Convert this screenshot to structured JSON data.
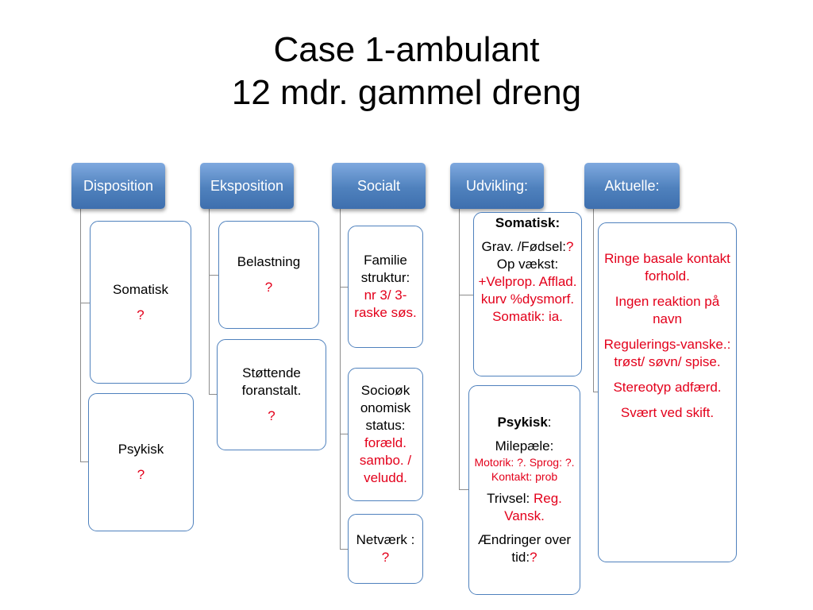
{
  "title": {
    "line1": "Case 1-ambulant",
    "line2": "12 mdr. gammel dreng"
  },
  "columns": {
    "disposition": {
      "header": "Disposition",
      "items": [
        {
          "label": "Somatisk",
          "value": "?"
        },
        {
          "label": "Psykisk",
          "value": "?"
        }
      ]
    },
    "eksposition": {
      "header": "Eksposition",
      "items": [
        {
          "label": "Belastning",
          "value": "?"
        },
        {
          "label": "Støttende foranstalt.",
          "value": "?"
        }
      ]
    },
    "socialt": {
      "header": "Socialt",
      "items": [
        {
          "label": "Familie struktur:",
          "value": "nr 3/ 3-raske søs."
        },
        {
          "label": "Socioøk onomisk status:",
          "value": "foræld. sambo. / veludd."
        },
        {
          "label": "Netværk :",
          "value": "?"
        }
      ]
    },
    "udvikling": {
      "header": "Udvikling:",
      "somatisk": {
        "heading": "Somatisk:",
        "grav_label": "Grav. /Fødsel:",
        "grav_value": "?",
        "vaekst_label": "Op vækst:",
        "vaekst_value": "+Velprop. Afflad. kurv %dysmorf.",
        "somatik": "Somatik: ia."
      },
      "psykisk": {
        "heading": "Psykisk",
        "colon": ":",
        "milepaele_label": "Milepæle:",
        "milepaele_value": "Motorik: ?. Sprog: ?. Kontakt: prob",
        "trivsel_label": "Trivsel:",
        "trivsel_value": "Reg. Vansk.",
        "aendringer_label": "Ændringer over tid:",
        "aendringer_value": "?"
      }
    },
    "aktuelle": {
      "header": "Aktuelle:",
      "items": [
        "Ringe basale kontakt forhold.",
        "Ingen reaktion på navn",
        "Regulerings-vanske.: trøst/ søvn/ spise.",
        "Stereotyp adfærd.",
        "Svært ved skift."
      ]
    }
  },
  "colors": {
    "header_blue": "#4f81bd",
    "border_blue": "#4f81bd",
    "accent_red": "#e3001b",
    "connector_gray": "#8c8c8c"
  }
}
